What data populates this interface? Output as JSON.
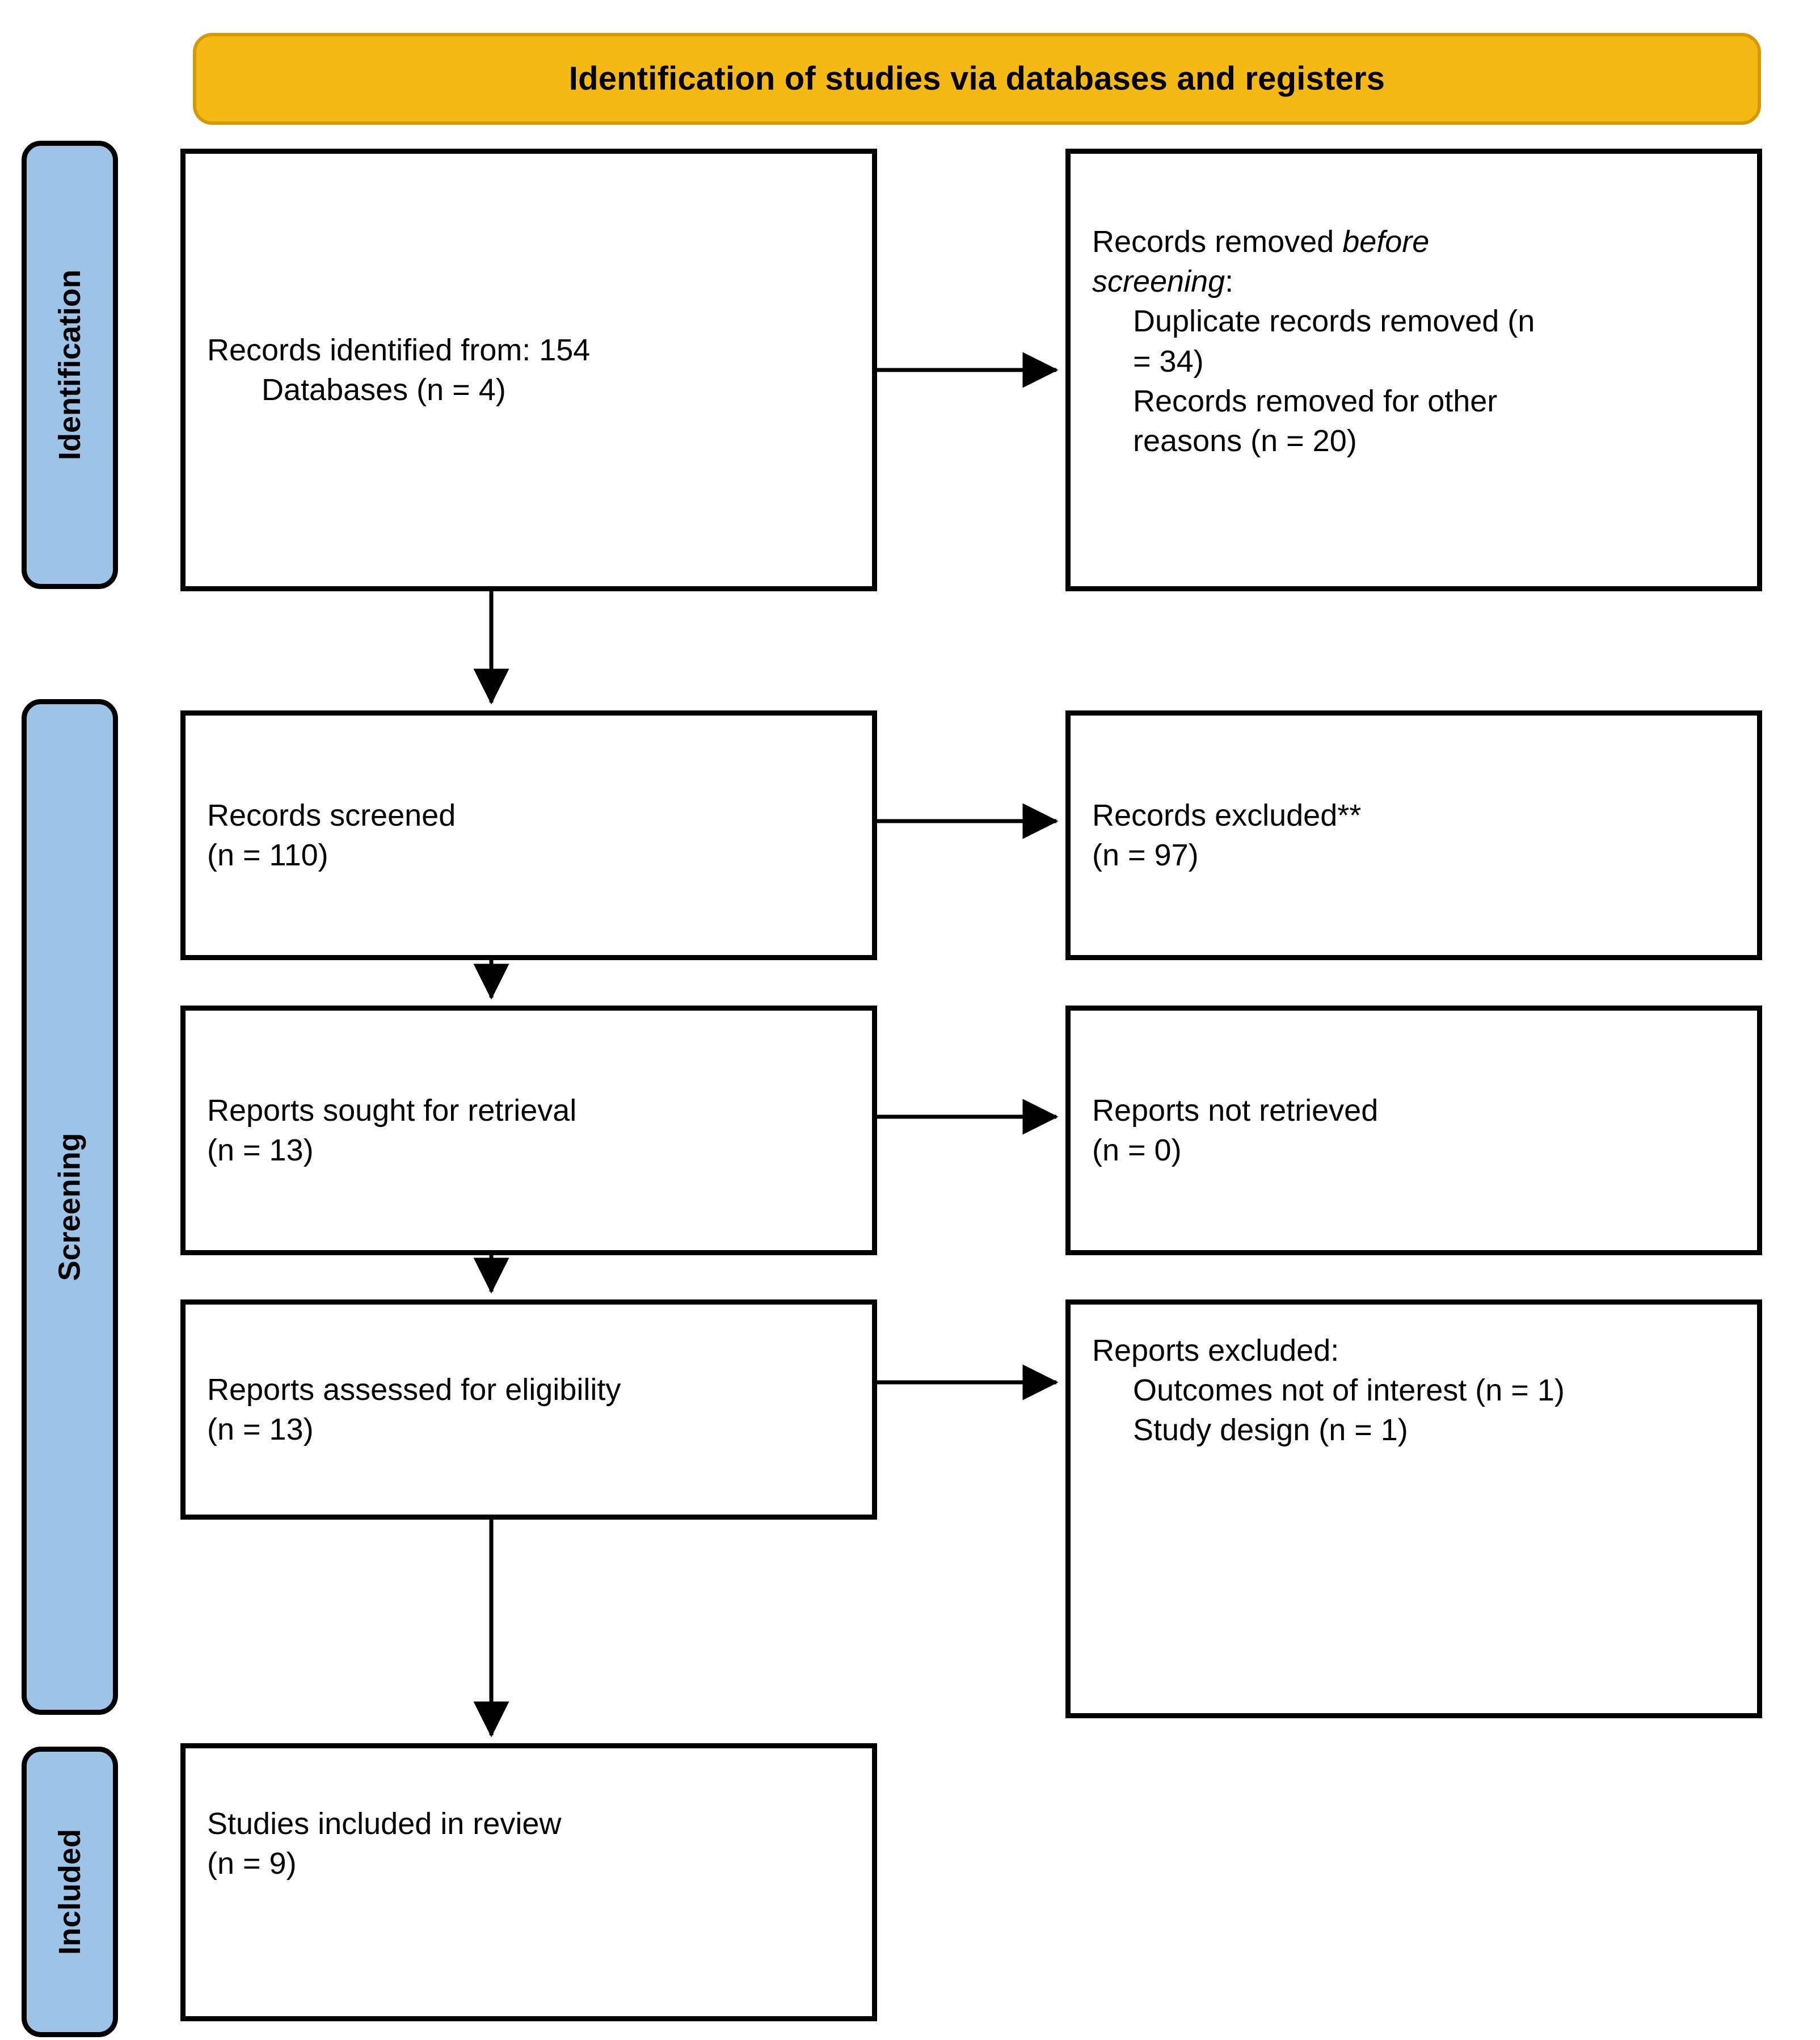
{
  "diagram": {
    "type": "prisma-flow-diagram",
    "banner_title": "Identification of studies via databases and registers",
    "banner_color": "#f5b916",
    "rail_color": "#9dc3e6",
    "box_border_color": "#000000",
    "background": "#ffffff"
  },
  "stages": {
    "identification": "Identification",
    "screening": "Screening",
    "included": "Included"
  },
  "boxes": {
    "identified": {
      "line1": "Records identified from: 154",
      "line2": "Databases (n = 4)"
    },
    "removed_before_screening": {
      "line1_plain": "Records removed ",
      "line1_italic": "before",
      "line2_italic": "screening",
      "line2_plain": ":",
      "line3": "Duplicate records removed (n",
      "line4": "= 34)",
      "line5": "Records removed for other",
      "line6": "reasons (n = 20)"
    },
    "screened": {
      "line1": "Records screened",
      "line2": "(n = 110)"
    },
    "records_excluded": {
      "line1": "Records excluded**",
      "line2": "(n = 97)"
    },
    "sought_for_retrieval": {
      "line1": "Reports sought for retrieval",
      "line2": "(n = 13)"
    },
    "not_retrieved": {
      "line1": "Reports not retrieved",
      "line2": "(n = 0)"
    },
    "assessed_for_eligibility": {
      "line1": "Reports assessed for eligibility",
      "line2": "(n = 13)"
    },
    "reports_excluded": {
      "line1": "Reports excluded:",
      "line2": "Outcomes not of interest (n = 1)",
      "line3": "Study design (n = 1)"
    },
    "studies_included": {
      "line1": "Studies included in review",
      "line2": "(n = 9)"
    }
  },
  "counts": {
    "records_identified": 154,
    "databases": 4,
    "duplicate_records_removed": 34,
    "records_removed_other_reasons": 20,
    "records_screened": 110,
    "records_excluded": 97,
    "reports_sought": 13,
    "reports_not_retrieved": 0,
    "reports_assessed": 13,
    "excluded_outcomes_not_of_interest": 1,
    "excluded_study_design": 1,
    "studies_included": 9
  }
}
